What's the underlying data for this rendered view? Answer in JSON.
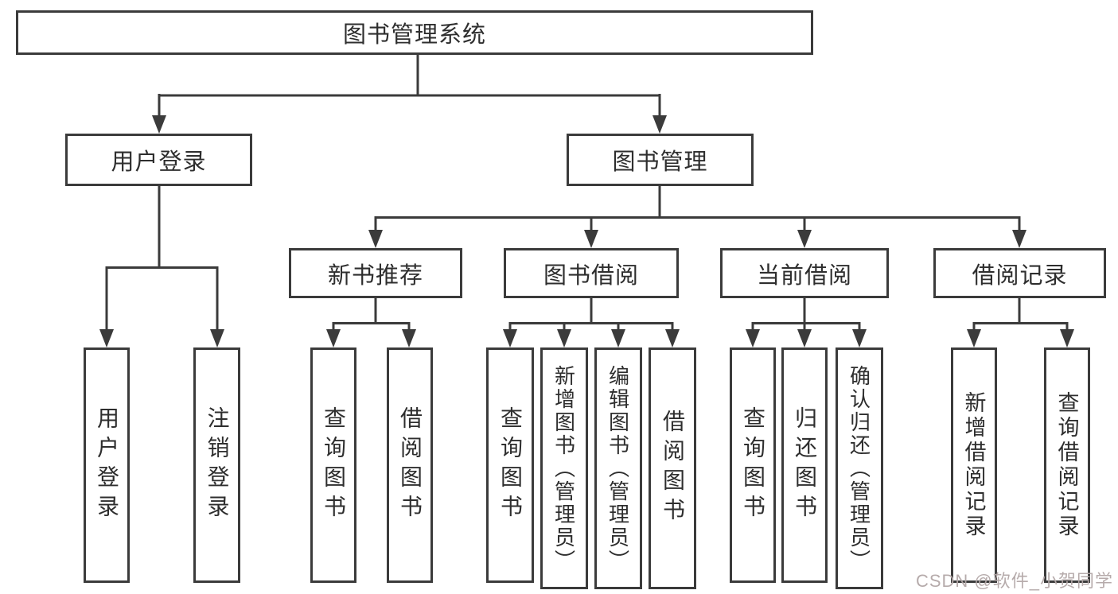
{
  "diagram": {
    "title": "图书管理系统",
    "level2": {
      "login": "用户登录",
      "manage": "图书管理"
    },
    "level3": {
      "recommend": "新书推荐",
      "borrow": "图书借阅",
      "current": "当前借阅",
      "records": "借阅记录"
    },
    "leaves": {
      "login": [
        "用户登录",
        "注销登录"
      ],
      "recommend": [
        "查询图书",
        "借阅图书"
      ],
      "borrow": [
        "查询图书",
        "新增图书（管理员）",
        "编辑图书（管理员）",
        "借阅图书"
      ],
      "current": [
        "查询图书",
        "归还图书",
        "确认归还（管理员）"
      ],
      "records": [
        "新增借阅记录",
        "查询借阅记录"
      ]
    }
  },
  "watermark": {
    "text": "CSDN @软件_小贺同学"
  },
  "colors": {
    "line": "#3b3b3b",
    "box_border": "#3b3b3b",
    "text": "#2e2e2e",
    "watermark": "#b2a6a6",
    "background": "#ffffff"
  }
}
